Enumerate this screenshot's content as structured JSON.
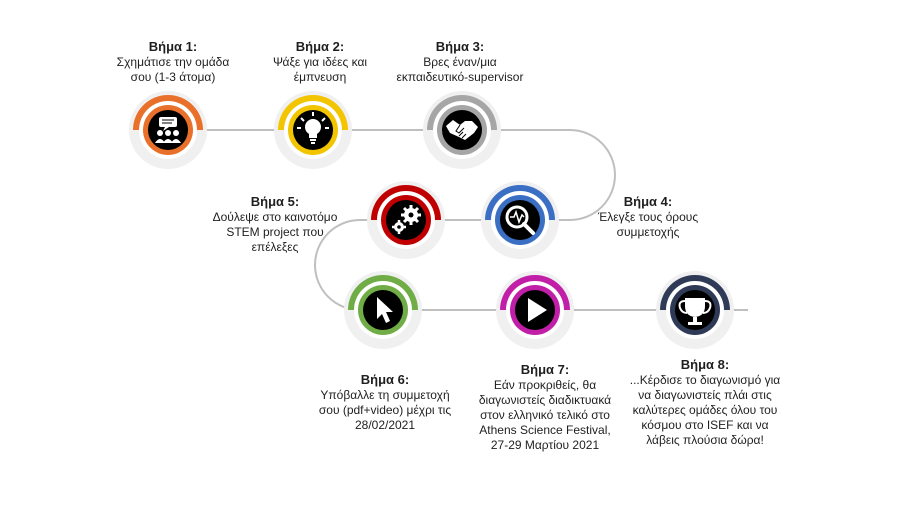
{
  "steps": [
    {
      "title": "Βήμα 1:",
      "desc": "Σχημάτισε την ομάδα\nσου (1-3 άτομα)",
      "color": "#e8702a",
      "icon": "team-chat-icon"
    },
    {
      "title": "Βήμα 2:",
      "desc": "Ψάξε για ιδέες και\nέμπνευση",
      "color": "#f2c500",
      "icon": "lightbulb-icon"
    },
    {
      "title": "Βήμα 3:",
      "desc": "Βρες έναν/μια\nεκπαιδευτικό-supervisor",
      "color": "#a6a6a6",
      "icon": "handshake-icon"
    },
    {
      "title": "Βήμα 4:",
      "desc": "Έλεγξε τους όρους\nσυμμετοχής",
      "color": "#3a6fc4",
      "icon": "magnifier-chart-icon"
    },
    {
      "title": "Βήμα 5:",
      "desc": "Δούλεψε στο καινοτόμο\nSTEM project που\nεπέλεξες",
      "color": "#c00000",
      "icon": "gears-icon"
    },
    {
      "title": "Βήμα 6:",
      "desc": "Υπόβαλλε τη συμμετοχή\nσου (pdf+video) μέχρι τις\n28/02/2021",
      "color": "#70ad47",
      "icon": "cursor-icon"
    },
    {
      "title": "Βήμα 7:",
      "desc": "Εάν προκριθείς, θα\nδιαγωνιστείς διαδικτυακά\nστον ελληνικό τελικό στο\nAthens Science Festival,\n27-29 Μαρτίου 2021",
      "color": "#c21fa8",
      "icon": "play-icon"
    },
    {
      "title": "Βήμα 8:",
      "desc": "...Κέρδισε  το διαγωνισμό για\nνα διαγωνιστείς πλάι στις\nκαλύτερες ομάδες όλου του\nκόσμου στο ISEF και να\nλάβεις πλούσια δώρα!",
      "color": "#2e3a56",
      "icon": "trophy-icon"
    }
  ]
}
